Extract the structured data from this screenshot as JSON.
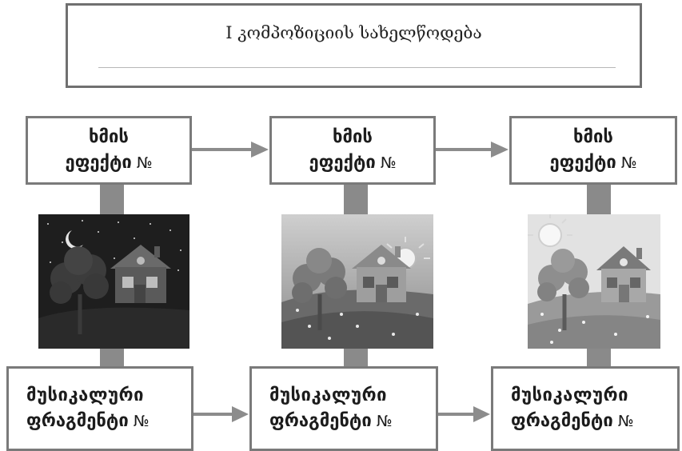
{
  "title": {
    "text": "I კომპოზიციის სახელწოდება"
  },
  "effects": [
    {
      "line1": "ხმის",
      "line2": "ეფექტი",
      "num": "№"
    },
    {
      "line1": "ხმის",
      "line2": "ეფექტი",
      "num": "№"
    },
    {
      "line1": "ხმის",
      "line2": "ეფექტი",
      "num": "№"
    }
  ],
  "fragments": [
    {
      "line1": "მუსიკალური",
      "line2": "ფრაგმენტი",
      "num": "№"
    },
    {
      "line1": "მუსიკალური",
      "line2": "ფრაგმენტი",
      "num": "№"
    },
    {
      "line1": "მუსიკალური",
      "line2": "ფრაგმენტი",
      "num": "№"
    }
  ],
  "scenes": [
    {
      "time": "night",
      "sky_icon": "moon-icon"
    },
    {
      "time": "sunset",
      "sky_icon": "sun-icon"
    },
    {
      "time": "day",
      "sky_icon": "sun-icon"
    }
  ],
  "colors": {
    "border": "#7a7a7a",
    "connector": "#8a8a8a",
    "arrow": "#8c8c8c"
  }
}
